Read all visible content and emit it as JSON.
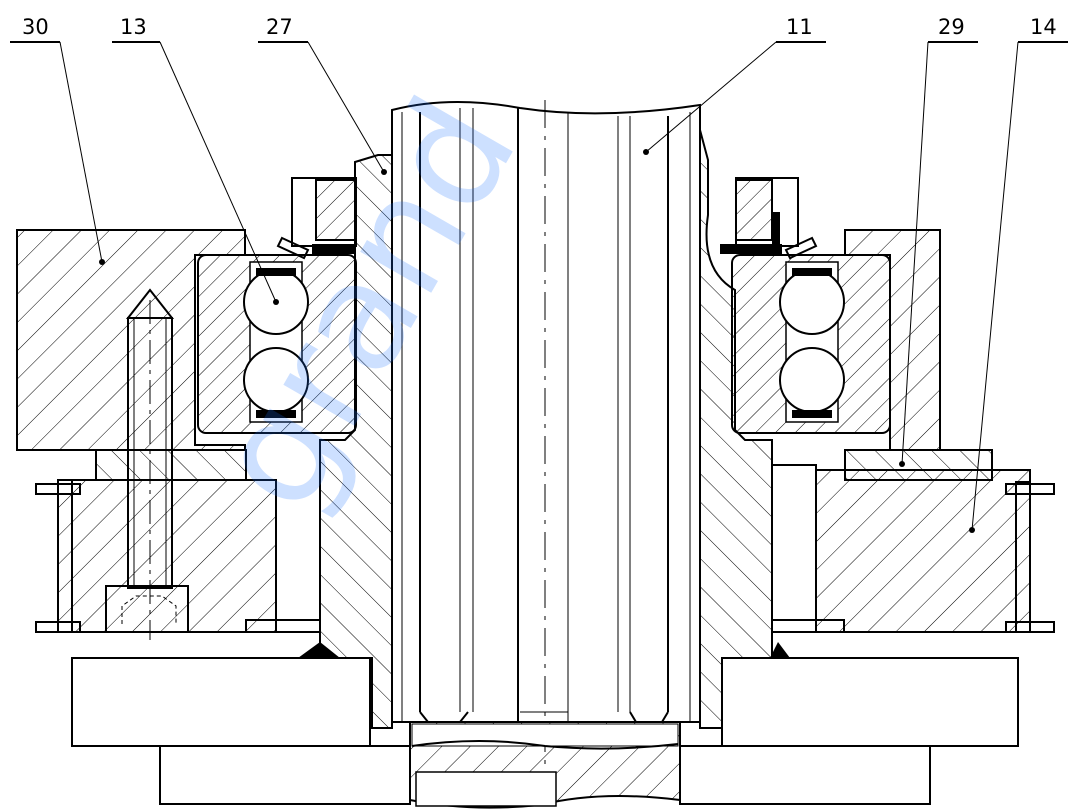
{
  "drawing": {
    "callouts": [
      {
        "id": "callout-30",
        "text": "30"
      },
      {
        "id": "callout-13",
        "text": "13"
      },
      {
        "id": "callout-27",
        "text": "27"
      },
      {
        "id": "callout-11",
        "text": "11"
      },
      {
        "id": "callout-29",
        "text": "29"
      },
      {
        "id": "callout-14",
        "text": "14"
      }
    ],
    "watermark": {
      "text": "grand"
    },
    "colors": {
      "line": "#000000",
      "watermark": "#1a73ff",
      "background": "#ffffff"
    }
  }
}
